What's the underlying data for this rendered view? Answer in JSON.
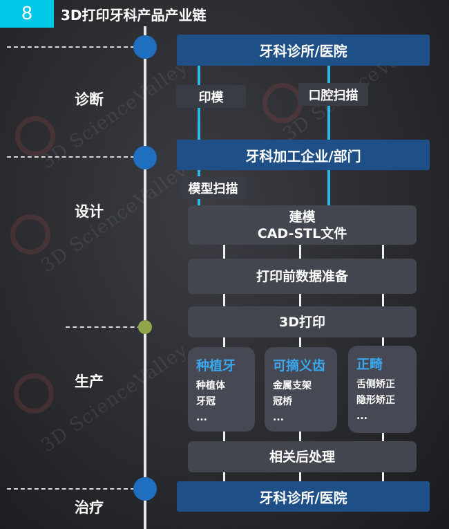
{
  "header": {
    "number": "8",
    "title": "3D打印牙科产品产业链"
  },
  "watermark": {
    "text": "3D ScienceValley"
  },
  "stages": {
    "diagnosis": "诊断",
    "design": "设计",
    "production": "生产",
    "treatment": "治疗"
  },
  "nodes": {
    "clinic_top": "牙科诊所/医院",
    "impression": "印模",
    "oral_scan": "口腔扫描",
    "processing": "牙科加工企业/部门",
    "model_scan": "模型扫描",
    "modeling_line1": "建模",
    "modeling_line2": "CAD-STL文件",
    "preprint": "打印前数据准备",
    "print3d": "3D打印",
    "postprocess": "相关后处理",
    "clinic_bottom": "牙科诊所/医院"
  },
  "products": [
    {
      "title": "种植牙",
      "items": [
        "种植体",
        "牙冠",
        "..."
      ]
    },
    {
      "title": "可摘义齿",
      "items": [
        "金属支架",
        "冠桥",
        "..."
      ]
    },
    {
      "title": "正畸",
      "items": [
        "舌侧矫正",
        "隐形矫正",
        "..."
      ]
    }
  ],
  "colors": {
    "accent_cyan": "#00c8e6",
    "node_blue": "#1f6fc0",
    "node_green": "#8fa64a",
    "bar_blue": "#1f4f87",
    "product_title_blue": "#3aa6ec"
  }
}
